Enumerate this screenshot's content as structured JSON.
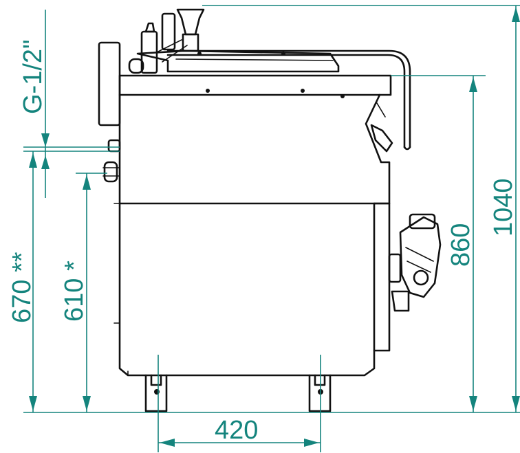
{
  "labels": {
    "thread": "G-1/2\"",
    "height_670": "670  **",
    "height_610": "610  *",
    "height_860": "860",
    "height_1040": "1040",
    "width_420": "420"
  },
  "colors": {
    "dimension": "#14847d",
    "outline": "#111111",
    "background": "#ffffff"
  }
}
